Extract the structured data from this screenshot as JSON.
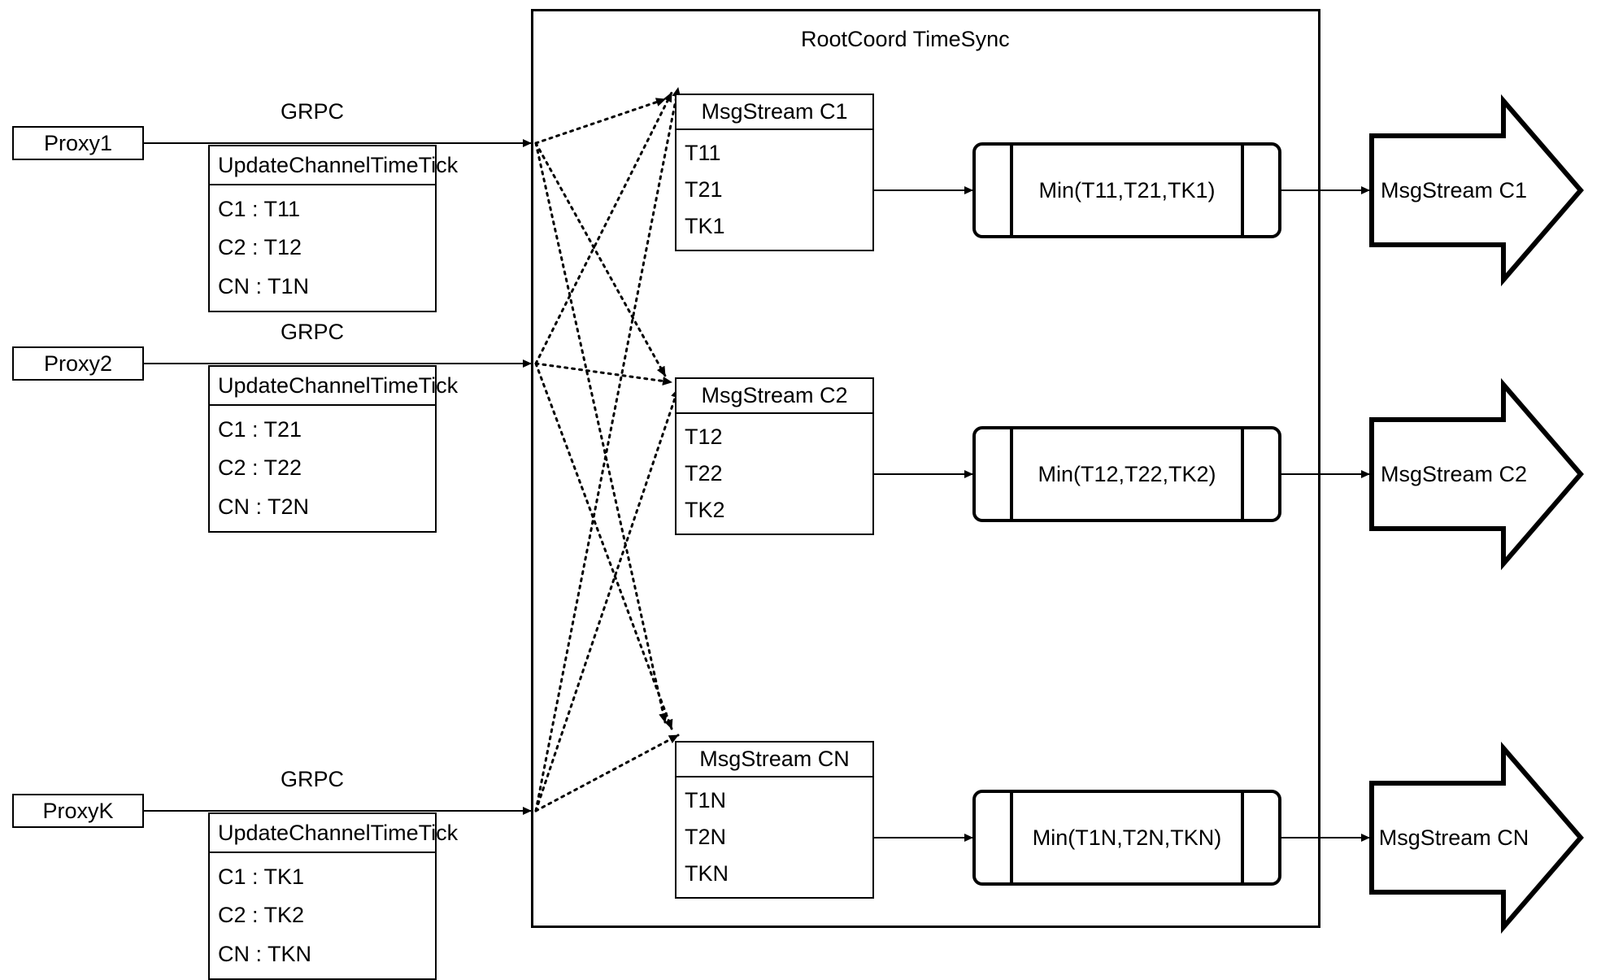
{
  "diagram": {
    "title": "RootCoord TimeSync",
    "container_label": "RootCoord TimeSync",
    "link_label_grpc": "GRPC",
    "colors": {
      "stroke": "#000000",
      "background": "#ffffff"
    }
  },
  "proxies": [
    {
      "name": "Proxy1",
      "link_label": "GRPC",
      "request": {
        "header": "UpdateChannelTimeTick",
        "rows": [
          "C1 :  T11",
          "C2 :  T12",
          "CN : T1N"
        ]
      }
    },
    {
      "name": "Proxy2",
      "link_label": "GRPC",
      "request": {
        "header": "UpdateChannelTimeTick",
        "rows": [
          "C1 :  T21",
          "C2 :  T22",
          "CN : T2N"
        ]
      }
    },
    {
      "name": "ProxyK",
      "link_label": "GRPC",
      "request": {
        "header": "UpdateChannelTimeTick",
        "rows": [
          "C1 :  TK1",
          "C2 :  TK2",
          "CN : TKN"
        ]
      }
    }
  ],
  "channels": [
    {
      "stream": {
        "header": "MsgStream C1",
        "rows": [
          "T11",
          "T21",
          "TK1"
        ]
      },
      "reducer": {
        "label": "Min(T11,T21,TK1)"
      },
      "output": {
        "label": "MsgStream C1"
      }
    },
    {
      "stream": {
        "header": "MsgStream C2",
        "rows": [
          "T12",
          "T22",
          "TK2"
        ]
      },
      "reducer": {
        "label": "Min(T12,T22,TK2)"
      },
      "output": {
        "label": "MsgStream C2"
      }
    },
    {
      "stream": {
        "header": "MsgStream CN",
        "rows": [
          "T1N",
          "T2N",
          "TKN"
        ]
      },
      "reducer": {
        "label": "Min(T1N,T2N,TKN)"
      },
      "output": {
        "label": "MsgStream CN"
      }
    }
  ]
}
